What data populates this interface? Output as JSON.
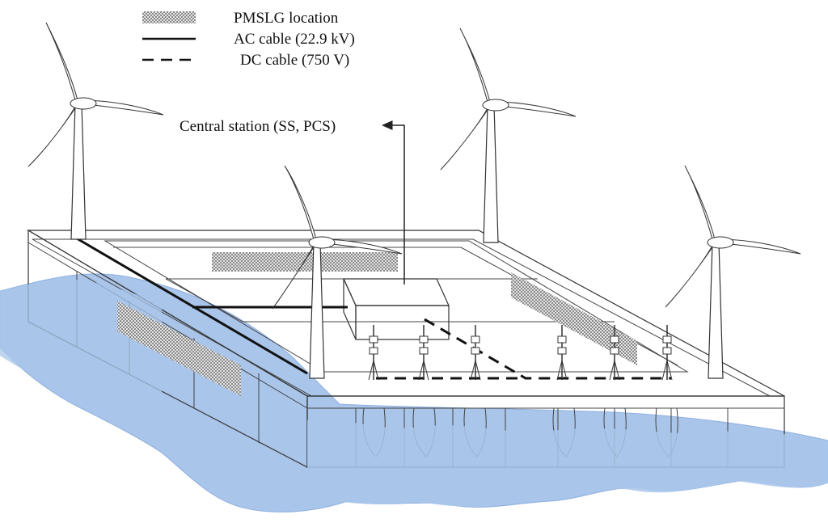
{
  "legend": {
    "pmslg_label": "PMSLG location",
    "ac_label": "AC cable (22.9 kV)",
    "dc_label": "DC cable (750 V)"
  },
  "annotations": {
    "central_station": "Central station (SS, PCS)"
  },
  "colors": {
    "water": "#a9c5ea",
    "water_edge": "#7ea6de",
    "structure": "#ffffff",
    "outline": "#333333",
    "hatch": "#9a9a9a"
  },
  "icons": {
    "wind_turbine": "wind-turbine-icon",
    "power_pole": "power-pole-icon"
  }
}
